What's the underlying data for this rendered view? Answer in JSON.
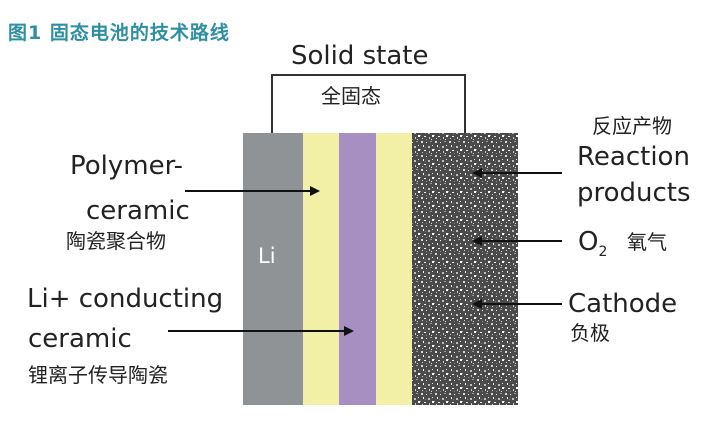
{
  "figure_title": "图1 固态电池的技术路线",
  "solid_state": {
    "en": "Solid state",
    "zh": "全固态"
  },
  "li_label": "Li",
  "left_labels": {
    "polymer_en_1": "Polymer-",
    "polymer_en_2": "ceramic",
    "polymer_zh": "陶瓷聚合物",
    "conducting_en_1": "Li+ conducting",
    "conducting_en_2": "ceramic",
    "conducting_zh": "锂离子传导陶瓷"
  },
  "right_labels": {
    "reaction_zh": "反应产物",
    "reaction_en_1": "Reaction",
    "reaction_en_2": "products",
    "o2_main": "O",
    "o2_sub": "2",
    "o2_zh": "氧气",
    "cathode_en": "Cathode",
    "cathode_zh": "负极"
  },
  "colors": {
    "title": "#2e8fa3",
    "lithium": "#8f9396",
    "polymer_ceramic": "#f2f0a6",
    "conducting_ceramic": "#a88fc2",
    "cathode_base": "#4a4a4a"
  }
}
